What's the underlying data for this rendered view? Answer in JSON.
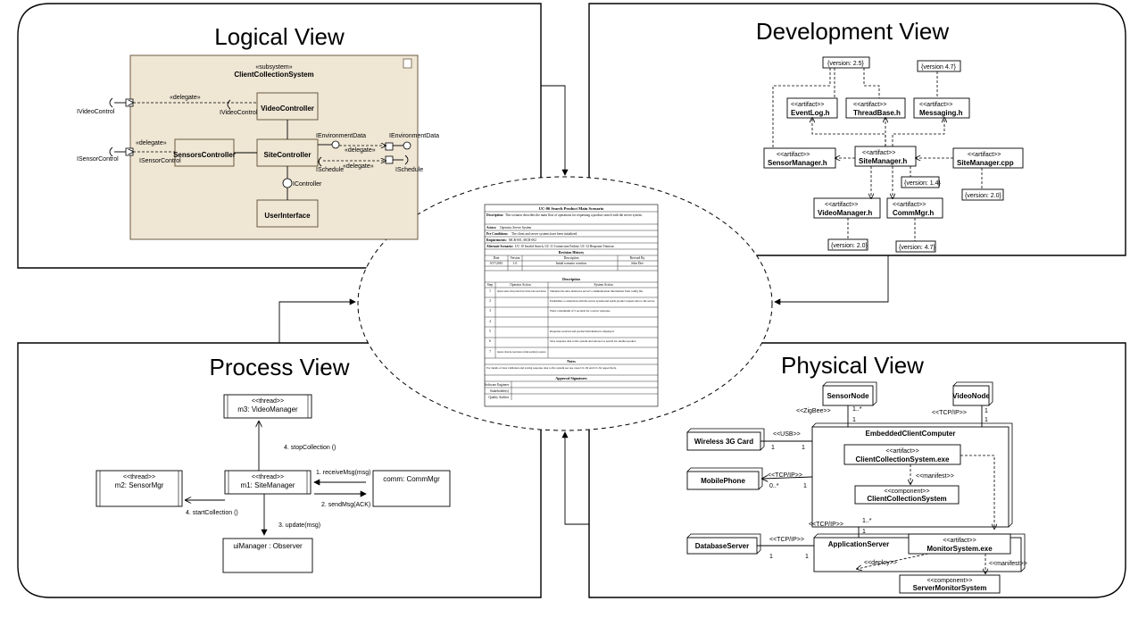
{
  "views": {
    "logical": "Logical View",
    "development": "Development View",
    "process": "Process View",
    "physical": "Physical View"
  },
  "logical": {
    "subsystem_stereo": "«subsystem»",
    "subsystem_name": "ClientCollectionSystem",
    "video_controller": "VideoController",
    "site_controller": "SiteController",
    "sensors_controller": "SensorsController",
    "user_interface": "UserInterface",
    "ivideocontrol_outer": "IVideoControl",
    "ivideocontrol_inner": "IVideoControl",
    "isensorcontrol_outer": "ISensorControl",
    "isensorcontrol_inner": "ISensorControl",
    "ienv_inner": "IEnvironmentData",
    "ienv_outer": "IEnvironmentData",
    "ischedule_inner": "ISchedule",
    "ischedule_outer": "ISchedule",
    "icontroller": "IController",
    "delegate": "«delegate»"
  },
  "development": {
    "artifact": "<<artifact>>",
    "eventlog": "EventLog.h",
    "threadbase": "ThreadBase.h",
    "messaging": "Messaging.h",
    "sensormanager": "SensorManager.h",
    "sitemanager_h": "SiteManager.h",
    "sitemanager_cpp": "SiteManager.cpp",
    "videomanager": "VideoManager.h",
    "commmgr": "CommMgr.h",
    "v25": "{version: 2.5}",
    "v47a": "{version 4.7}",
    "v14": "{version: 1.4}",
    "v20a": "{version: 2.0}",
    "v20b": "{version: 2.0}",
    "v47b": "{version: 4.7}"
  },
  "process": {
    "thread": "<<thread>>",
    "m3": "m3: VideoManager",
    "m1": "m1: SiteManager",
    "m2": "m2: SensorMgr",
    "comm": "comm: CommMgr",
    "ui": "uiManager : Observer",
    "stop": "4. stopCollection ()",
    "start": "4. startCollection ()",
    "receive": "1. receiveMsg(msg)",
    "send": "2. sendMsg(ACK)",
    "update": "3. update(msg)"
  },
  "physical": {
    "sensornode": "SensorNode",
    "videonode": "VideoNode",
    "zigbee": "<<ZigBee>>",
    "tcpip": "<<TCP/IP>>",
    "usb": "<<USB>>",
    "wireless": "Wireless 3G Card",
    "embedded": "EmbeddedClientComputer",
    "artifact": "<<artifact>>",
    "clientexe": "ClientCollectionSystem.exe",
    "manifest": "<<manifest>>",
    "component": "<<component>>",
    "clientsys": "ClientCollectionSystem",
    "mobile": "MobilePhone",
    "dbserver": "DatabaseServer",
    "appserver": "ApplicationServer",
    "monitorexe": "MonitorSystem.exe",
    "deploy": "<<deploy>>",
    "servermon": "ServerMonitorSystem",
    "m_one_many": "1..*",
    "m_one": "1",
    "m_zero_many": "0..*"
  },
  "scenario": {
    "title": "UC-06 Search Product Main Scenario",
    "desc_label": "Description:",
    "desc_text": "This scenario describes the main flow of operations for requesting a product search with the server system.",
    "actors_label": "Actors:",
    "actors_text": "Operator, Server System",
    "pre_label": "Pre Conditions:",
    "pre_text": "The client and server systems have been initialized.",
    "req_label": "Requirements:",
    "req_text": "MCR-001, MCR-002",
    "alt_label": "Alternate Scenario:",
    "alt_text": "UC-10 Invalid Search, UC-11 Connection Failure, UC-12 Response Timeout",
    "revision_history": "Revision History",
    "rev_cols": [
      "Date",
      "Version",
      "Description",
      "Revised By"
    ],
    "rev_row": [
      "9/17/2010",
      "1.0",
      "Initial scenario creation.",
      "John Doe"
    ],
    "description": "Description",
    "step_cols": [
      "Step",
      "Operator Action",
      "System Action"
    ],
    "steps": [
      {
        "n": "1",
        "op": "Operator enters valid product ID and clicks on the search button.",
        "sys": "Validates the data. Retrieves server's communication information from config file."
      },
      {
        "n": "2",
        "op": "",
        "sys": "Establishes a connection with the server system and sends product request data to the server."
      },
      {
        "n": "3",
        "op": "",
        "sys": "Waits a maximum of 5 seconds for a server response."
      },
      {
        "n": "4",
        "op": "",
        "sys": ""
      },
      {
        "n": "5",
        "op": "",
        "sys": "Response received and product information is displayed."
      },
      {
        "n": "6",
        "op": "",
        "sys": "Save response data to file system and ask user to search for another product."
      },
      {
        "n": "7",
        "op": "Operator clicks the cancel button to finish searching for products.",
        "sys": ""
      }
    ],
    "notes": "Notes",
    "notes_text": "For details of data validation and saving response data to file system see use cases UC-30 and UC-36 respectively.",
    "approval": "Approval Signatures",
    "signers": [
      "Software Engineer",
      "Stakeholder(s)",
      "Quality Auditor"
    ]
  }
}
